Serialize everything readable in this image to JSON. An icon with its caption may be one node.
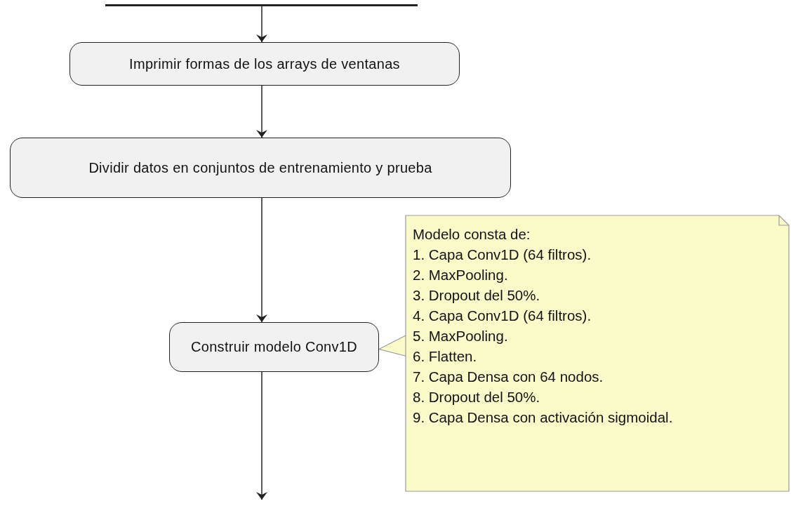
{
  "diagram": {
    "nodes": [
      {
        "text": [],
        "shape": "bar"
      },
      {
        "text": [
          "Imprimir formas de los arrays de ventanas"
        ]
      },
      {
        "text": [
          "Dividir datos en conjuntos de entrenamiento y prueba"
        ]
      },
      {
        "text": [
          "Construir modelo Conv1D"
        ]
      },
      {
        "text": [
          "Modelo consta de:",
          "1. Capa Conv1D (64 filtros).",
          "2. MaxPooling.",
          "3. Dropout del 50%.",
          "4. Capa Conv1D (64 filtros).",
          "5. MaxPooling.",
          "6. Flatten.",
          "7. Capa Densa con 64 nodos.",
          "8. Dropout del 50%.",
          "9. Capa Densa con activación sigmoidal."
        ]
      }
    ],
    "edges": [
      {
        "from": 0,
        "to": 1,
        "arrow": "to"
      },
      {
        "from": 1,
        "to": 2,
        "arrow": "to"
      },
      {
        "from": 2,
        "to": 3,
        "arrow": "to"
      },
      {
        "from": 4,
        "to": 3,
        "arrow": "to",
        "color": "#999999"
      },
      {
        "from": 3,
        "to": null,
        "arrow": "to"
      }
    ]
  }
}
